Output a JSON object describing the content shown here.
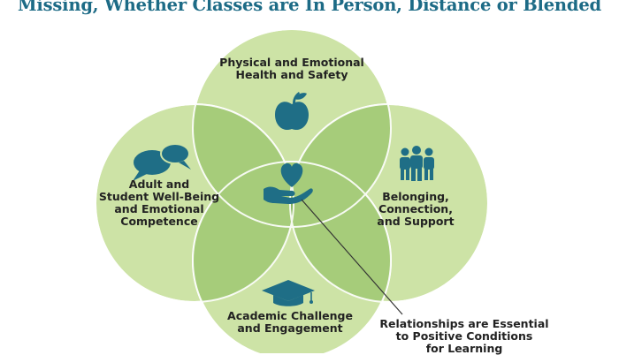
{
  "title": "Missing, Whether Classes are In Person, Distance or Blended",
  "circles": {
    "top": {
      "lines": [
        "Physical and Emotional",
        "Health and Safety"
      ],
      "icon": "apple-icon"
    },
    "left": {
      "lines": [
        "Adult and",
        "Student Well-Being",
        "and Emotional",
        "Competence"
      ],
      "icon": "speech-bubbles-icon"
    },
    "right": {
      "lines": [
        "Belonging,",
        "Connection,",
        "and Support"
      ],
      "icon": "people-group-icon"
    },
    "bottom": {
      "lines": [
        "Academic Challenge",
        "and Engagement"
      ],
      "icon": "graduation-cap-icon"
    }
  },
  "center": {
    "icon": "heart-in-hand-icon"
  },
  "callout": {
    "lines": [
      "Relationships are Essential",
      "to Positive Conditions",
      "for Learning"
    ]
  },
  "colors": {
    "title": "#1d6b86",
    "circle_fill": "#cde3a6",
    "overlap_fill": "#a6cc7a",
    "center_fill": "#7fb153",
    "icon": "#1f6e86",
    "callout_line": "#333333"
  }
}
